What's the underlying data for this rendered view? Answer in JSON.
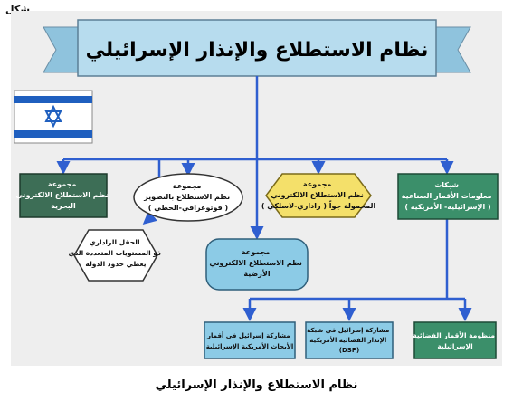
{
  "corner_label": "شكل",
  "title": "نظام الاستطلاع والإنذار الإسرائيلي",
  "caption": "نظام الاستطلاع والإنذار الإسرائيلي",
  "colors": {
    "line": "#2f5fd0",
    "banner": "#b7dcee",
    "frame": "#eeeeee",
    "flag_blue": "#1f5fbf",
    "box_dark": "#3d6e56",
    "box_green": "#3b8f6a",
    "box_yellow": "#f4e06a",
    "box_blue": "#8ccbe6",
    "box_white": "#ffffff"
  },
  "nodes": {
    "naval": [
      "مجموعة",
      "نظم الاستطلاع الالكتروني",
      "البحرية"
    ],
    "imaging": [
      "مجموعة",
      "نظم الاستطلاع بالتصوير",
      "( فوتوغرافي-الحطي )"
    ],
    "ground": [
      "مجموعة",
      "نظم الاستطلاع الالكتروني",
      "الأرضية"
    ],
    "airborne": [
      "مجموعة",
      "نظم الاستطلاع الالكتروني",
      "المحمولة جواً ( راداري-لاسلكي )"
    ],
    "networks": [
      "شبكات",
      "معلومات الأقمار الصناعية",
      "( الإسرائيلية- الأمريكية )"
    ],
    "radar": [
      "الحقل الراداري",
      "ذو المستويات المتعددة الذي",
      "يغطي حدود الدولة"
    ],
    "israeli_sat": [
      "منظومة الأقمار الفضائية",
      "الإسرائيلية"
    ],
    "dsp": [
      "مشاركة إسرائيل في شبكة",
      "الإنذار الفضائية الأمريكية",
      "(DSP)"
    ],
    "us_sat": [
      "مشاركة إسرائيل في أقمار",
      "الأبحاث الأمريكية الإسرائيلية"
    ]
  }
}
